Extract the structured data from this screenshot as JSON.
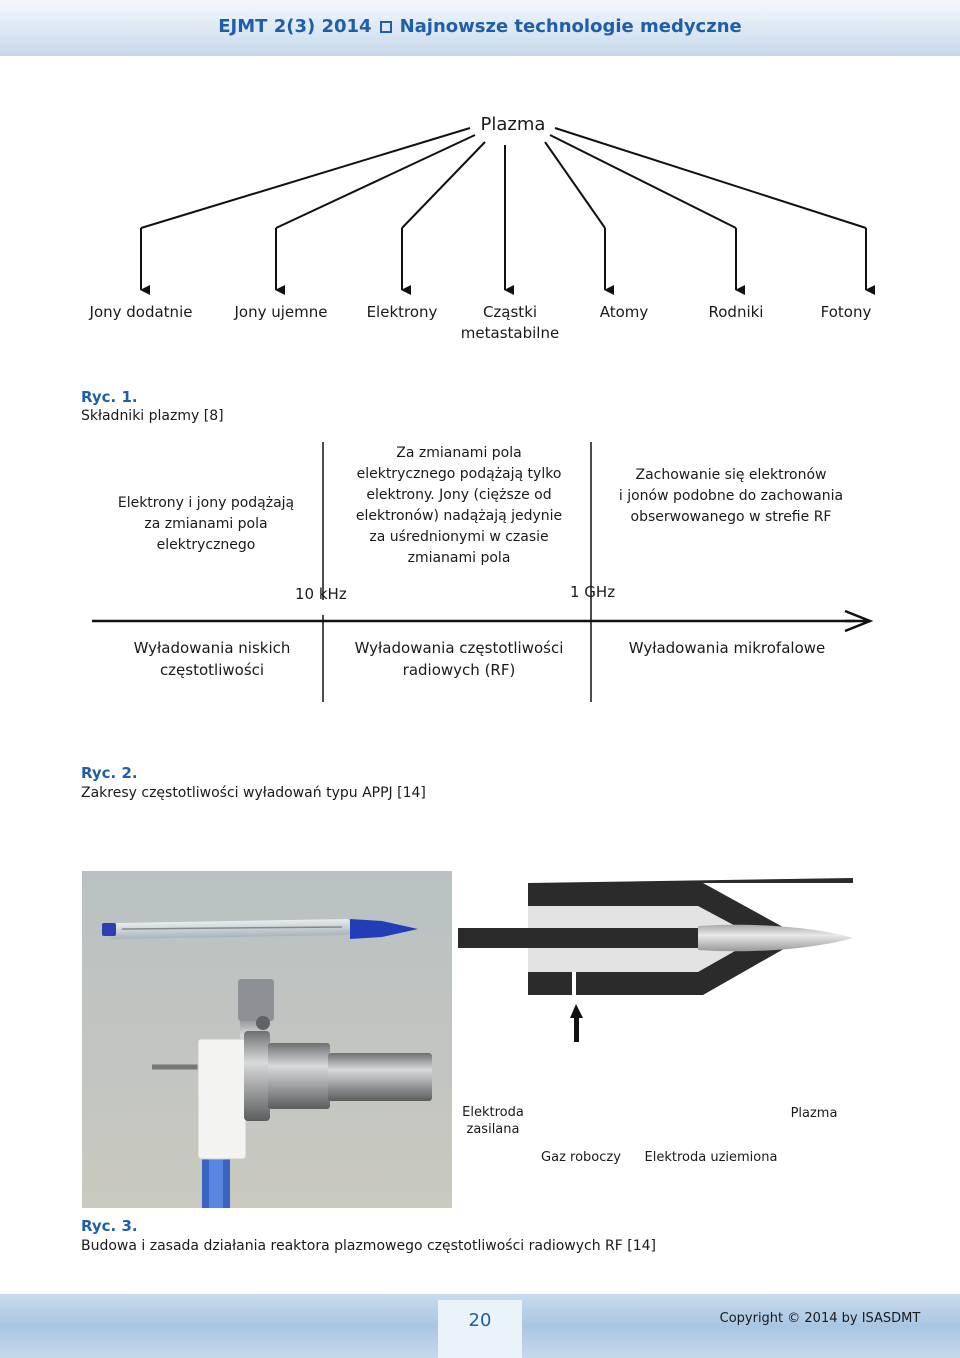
{
  "header": {
    "journal": "EJMT 2(3) 2014",
    "section": "Najnowsze technologie medyczne"
  },
  "fig1": {
    "root": "Plazma",
    "children": [
      "Jony dodatnie",
      "Jony ujemne",
      "Elektrony",
      "Cząstki",
      "metastabilne",
      "Atomy",
      "Rodniki",
      "Fotony"
    ],
    "caption_title": "Ryc. 1.",
    "caption_text": "Składniki plazmy [8]"
  },
  "fig2": {
    "top": {
      "col1": [
        "Elektrony i jony podążają",
        "za zmianami pola",
        "elektrycznego"
      ],
      "col2": [
        "Za zmianami pola",
        "elektrycznego podążają tylko",
        "elektrony. Jony (cięższe od",
        "elektronów) nadążają jedynie",
        "za uśrednionymi w czasie",
        "zmianami pola"
      ],
      "col3": [
        "Zachowanie się elektronów",
        "i jonów podobne do zachowania",
        "obserwowanego w strefie RF"
      ]
    },
    "freq_low": "10 kHz",
    "freq_high": "1 GHz",
    "bottom": {
      "col1": [
        "Wyładowania niskich",
        "częstotliwości"
      ],
      "col2": [
        "Wyładowania częstotliwości",
        "radiowych (RF)"
      ],
      "col3": [
        "Wyładowania mikrofalowe"
      ]
    },
    "caption_title": "Ryc. 2.",
    "caption_text": "Zakresy częstotliwości wyładowań typu APPJ [14]"
  },
  "fig3": {
    "labels": {
      "powered_electrode_1": "Elektroda",
      "powered_electrode_2": "zasilana",
      "plasma": "Plazma",
      "working_gas": "Gaz roboczy",
      "ground_electrode": "Elektroda uziemiona"
    },
    "caption_title": "Ryc. 3.",
    "caption_text": "Budowa i zasada działania reaktora plazmowego częstotliwości radiowych RF [14]"
  },
  "footer": {
    "page": "20",
    "copyright": "Copyright © 2014 by ISASDMT"
  },
  "colors": {
    "accent": "#1f5ea8",
    "header_bg": "#d6e4f1"
  }
}
